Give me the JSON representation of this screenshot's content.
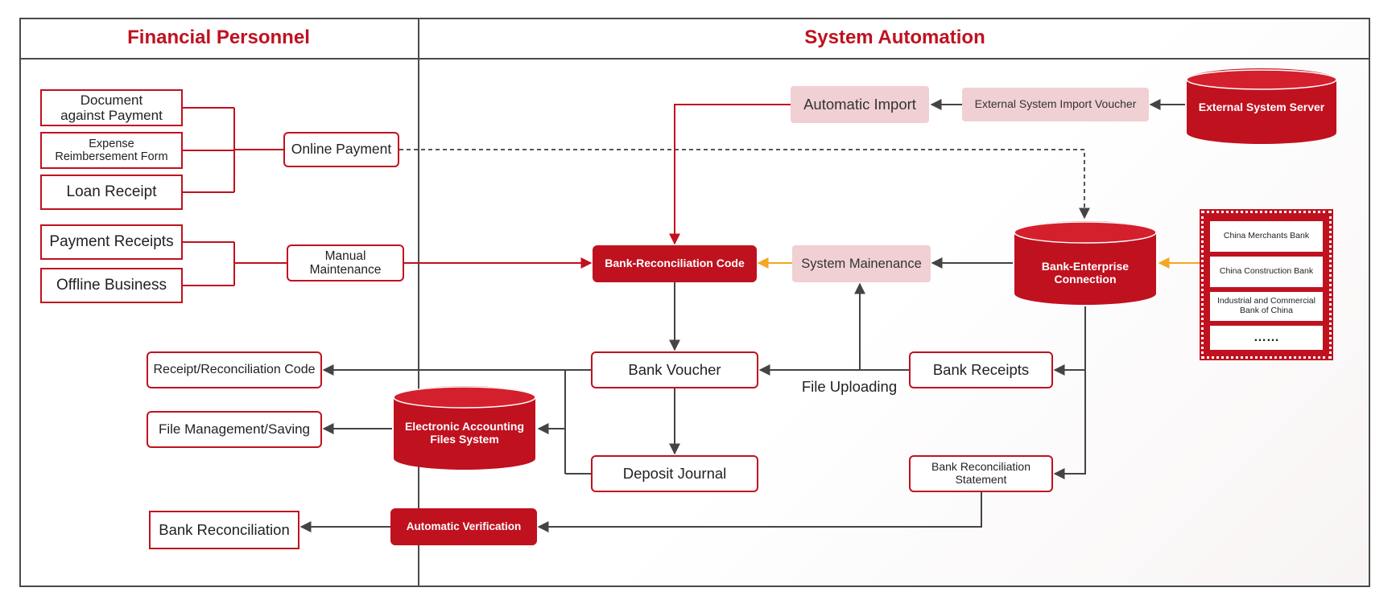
{
  "lanes": {
    "financial": "Financial Personnel",
    "system": "System Automation"
  },
  "nodes": {
    "doc_payment": "Document\nagainst Payment",
    "expense_form": "Expense\nReimbersement Form",
    "loan_receipt": "Loan Receipt",
    "online_payment": "Online Payment",
    "payment_receipts": "Payment Receipts",
    "offline_business": "Offline Business",
    "manual_maintenance": "Manual\nMaintenance",
    "receipt_code": "Receipt/Reconciliation Code",
    "file_management": "File Management/Saving",
    "bank_reconciliation": "Bank Reconciliation",
    "automatic_import": "Automatic Import",
    "external_import_voucher": "External System Import Voucher",
    "external_server": "External System Server",
    "recon_code": "Bank-Reconciliation Code",
    "system_maintenance": "System Mainenance",
    "bank_enterprise": "Bank-Enterprise\nConnection",
    "bank_voucher": "Bank Voucher",
    "bank_receipts": "Bank Receipts",
    "file_uploading": "File Uploading",
    "eafs": "Electronic Accounting\nFiles System",
    "deposit_journal": "Deposit Journal",
    "recon_statement": "Bank Reconciliation\nStatement",
    "auto_verification": "Automatic Verification"
  },
  "banks": [
    "China Merchants Bank",
    "China Construction Bank",
    "Industrial and Commercial\nBank of China",
    "……"
  ],
  "colors": {
    "accent": "#c0111f",
    "pink": "#f0d0d2",
    "arrow": "#444444",
    "orange": "#f5a623"
  }
}
